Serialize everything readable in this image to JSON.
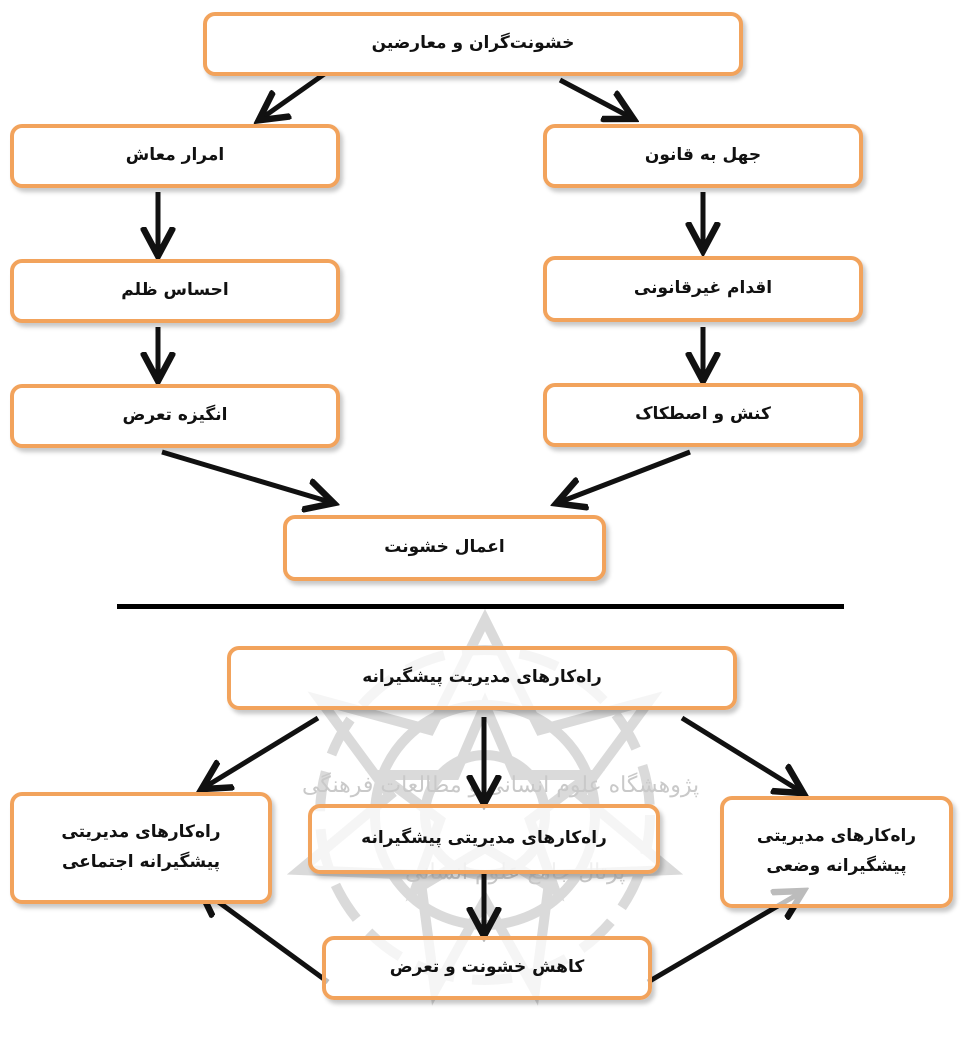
{
  "diagram": {
    "top": {
      "root": "خشونت‌گران و معارضین",
      "left_chain": [
        "امرار معاش",
        "احساس ظلم",
        "انگیزه تعرض"
      ],
      "right_chain": [
        "جهل به قانون",
        "اقدام غیرقانونی",
        "کنش و اصطکاک"
      ],
      "outcome": "اعمال خشونت"
    },
    "bottom": {
      "root": "راه‌کارهای مدیریت پیشگیرانه",
      "left": "راه‌کارهای مدیریتی پیشگیرانه اجتماعی",
      "center": "راه‌کارهای مدیریتی پیشگیرانه",
      "right": "راه‌کارهای مدیریتی پیشگیرانه وضعی",
      "outcome": "کاهش خشونت و تعرض"
    }
  },
  "watermark": {
    "line1": "پژوهشگاه علوم انسانی و مطالعات فرهنگی",
    "line2": "پرتال جامع علوم انسانی"
  },
  "colors": {
    "box_border": "#f2a35c",
    "arrow": "#111111",
    "watermark": "#cfcfcf"
  }
}
